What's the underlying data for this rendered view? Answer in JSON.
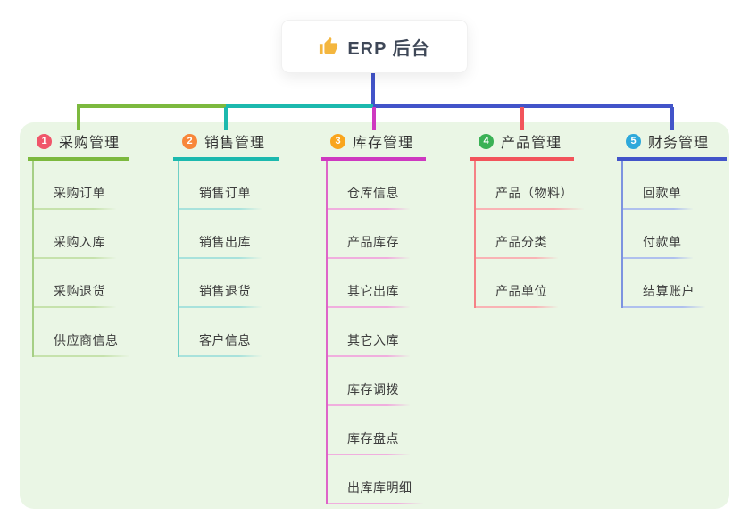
{
  "root": {
    "title": "ERP 后台",
    "icon": "thumbs-up"
  },
  "panel_color": "#eaf6e5",
  "text_color": "#3d3d3d",
  "connector": {
    "stem_color": "#4254c9",
    "segment_colors": [
      "#7cb93e",
      "#1cb9ae",
      "#4254c9"
    ]
  },
  "branches": [
    {
      "badge": "1",
      "badge_color": "#f0566a",
      "label": "采购管理",
      "line_color": "#7cb93e",
      "child_stem_color": "#a6cf85",
      "child_line_color": "#c6e2ac",
      "children": [
        "采购订单",
        "采购入库",
        "采购退货",
        "供应商信息"
      ]
    },
    {
      "badge": "2",
      "badge_color": "#f8873a",
      "label": "销售管理",
      "line_color": "#1cb9ae",
      "child_stem_color": "#6fcfc6",
      "child_line_color": "#a8e2dc",
      "children": [
        "销售订单",
        "销售出库",
        "销售退货",
        "客户信息"
      ]
    },
    {
      "badge": "3",
      "badge_color": "#f9a51d",
      "label": "库存管理",
      "line_color": "#ce39c0",
      "child_stem_color": "#de64c8",
      "child_line_color": "#f0aede",
      "children": [
        "仓库信息",
        "产品库存",
        "其它出库",
        "其它入库",
        "库存调拨",
        "库存盘点",
        "出库库明细"
      ]
    },
    {
      "badge": "4",
      "badge_color": "#3ab155",
      "label": "产品管理",
      "line_color": "#f2545b",
      "child_stem_color": "#f58186",
      "child_line_color": "#f9b3b5",
      "children": [
        "产品（物料）",
        "产品分类",
        "产品单位"
      ]
    },
    {
      "badge": "5",
      "badge_color": "#2ea9db",
      "label": "财务管理",
      "line_color": "#4254c9",
      "child_stem_color": "#7d93e0",
      "child_line_color": "#afc0ee",
      "children": [
        "回款单",
        "付款单",
        "结算账户"
      ]
    }
  ]
}
